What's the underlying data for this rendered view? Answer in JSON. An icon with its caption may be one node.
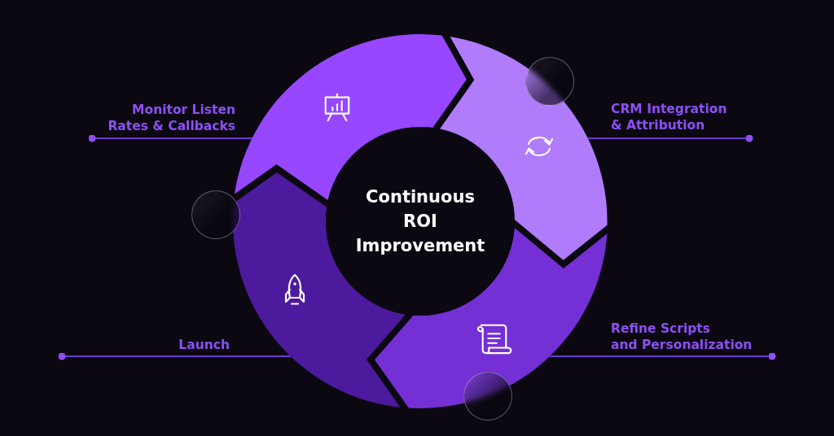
{
  "diagram": {
    "nodes": [
      {
        "text": [],
        "shape": "arc"
      },
      {
        "text": [],
        "shape": "arc"
      },
      {
        "text": [
          "Continuous ROI Improvement"
        ]
      },
      {
        "text": [],
        "shape": "arc"
      },
      {
        "text": [],
        "shape": "arc"
      }
    ],
    "edges": [
      {
        "from": null,
        "to": 0,
        "arrow": "other",
        "label": "Monitor Listen Rates & Callbacks"
      },
      {
        "from": null,
        "to": 1,
        "arrow": "other",
        "label": "CRM Integration & Attribution"
      },
      {
        "from": null,
        "to": 3,
        "arrow": "other",
        "label": "Launch"
      },
      {
        "from": null,
        "to": 4,
        "arrow": "other",
        "label": "Refine Scripts and Personalization"
      }
    ]
  }
}
